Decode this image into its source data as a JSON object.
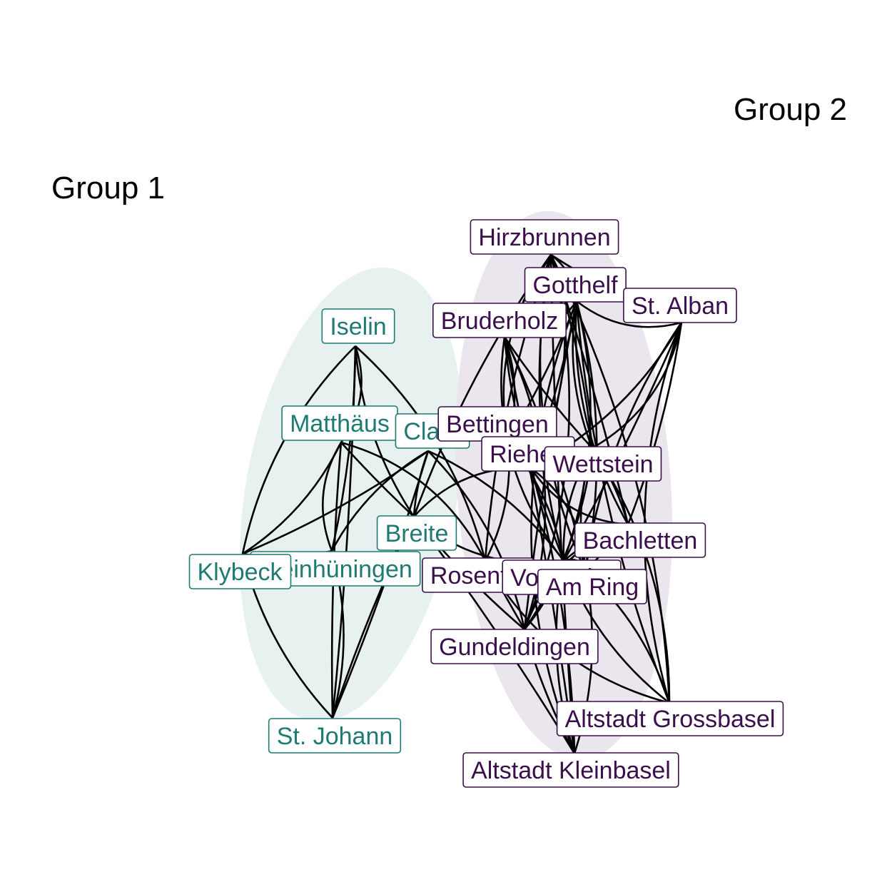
{
  "colors": {
    "group1": "#1f7a72",
    "group2": "#3a0f4b",
    "hull1": "#e7f1ef",
    "hull2": "#ebe5ee",
    "edge": "#000000"
  },
  "groups": [
    {
      "id": 1,
      "label": "Group 1"
    },
    {
      "id": 2,
      "label": "Group 2"
    }
  ],
  "nodes": [
    {
      "id": "iselin",
      "label": "Iselin",
      "group": 1
    },
    {
      "id": "matthaeus",
      "label": "Matthäus",
      "group": 1
    },
    {
      "id": "clara",
      "label": "Clara",
      "group": 1
    },
    {
      "id": "breite",
      "label": "Breite",
      "group": 1
    },
    {
      "id": "kleinhueningen",
      "label": "Kleinhüningen",
      "group": 1
    },
    {
      "id": "klybeck",
      "label": "Klybeck",
      "group": 1
    },
    {
      "id": "st_johann",
      "label": "St. Johann",
      "group": 1
    },
    {
      "id": "hirzbrunnen",
      "label": "Hirzbrunnen",
      "group": 2
    },
    {
      "id": "gotthelf",
      "label": "Gotthelf",
      "group": 2
    },
    {
      "id": "st_alban",
      "label": "St. Alban",
      "group": 2
    },
    {
      "id": "bruderholz",
      "label": "Bruderholz",
      "group": 2
    },
    {
      "id": "bettingen",
      "label": "Bettingen",
      "group": 2
    },
    {
      "id": "riehen",
      "label": "Riehen",
      "group": 2
    },
    {
      "id": "wettstein",
      "label": "Wettstein",
      "group": 2
    },
    {
      "id": "bachletten",
      "label": "Bachletten",
      "group": 2
    },
    {
      "id": "rosental",
      "label": "Rosental",
      "group": 2
    },
    {
      "id": "vorstaedte",
      "label": "Vorstädte",
      "group": 2
    },
    {
      "id": "am_ring",
      "label": "Am Ring",
      "group": 2
    },
    {
      "id": "gundeldingen",
      "label": "Gundeldingen",
      "group": 2
    },
    {
      "id": "altstadt_grossbasel",
      "label": "Altstadt Grossbasel",
      "group": 2
    },
    {
      "id": "altstadt_kleinbasel",
      "label": "Altstadt Kleinbasel",
      "group": 2
    }
  ],
  "edges": [
    [
      "iselin",
      "matthaeus"
    ],
    [
      "iselin",
      "kleinhueningen"
    ],
    [
      "iselin",
      "st_johann"
    ],
    [
      "iselin",
      "breite"
    ],
    [
      "iselin",
      "klybeck"
    ],
    [
      "iselin",
      "rosental"
    ],
    [
      "matthaeus",
      "klybeck"
    ],
    [
      "matthaeus",
      "st_johann"
    ],
    [
      "matthaeus",
      "breite"
    ],
    [
      "matthaeus",
      "kleinhueningen"
    ],
    [
      "matthaeus",
      "rosental"
    ],
    [
      "clara",
      "klybeck"
    ],
    [
      "clara",
      "st_johann"
    ],
    [
      "clara",
      "kleinhueningen"
    ],
    [
      "clara",
      "breite"
    ],
    [
      "clara",
      "gundeldingen"
    ],
    [
      "clara",
      "vorstaedte"
    ],
    [
      "breite",
      "st_johann"
    ],
    [
      "breite",
      "gundeldingen"
    ],
    [
      "breite",
      "vorstaedte"
    ],
    [
      "breite",
      "riehen"
    ],
    [
      "breite",
      "hirzbrunnen"
    ],
    [
      "breite",
      "altstadt_kleinbasel"
    ],
    [
      "klybeck",
      "st_johann"
    ],
    [
      "klybeck",
      "kleinhueningen"
    ],
    [
      "kleinhueningen",
      "st_johann"
    ],
    [
      "hirzbrunnen",
      "gotthelf"
    ],
    [
      "hirzbrunnen",
      "st_alban"
    ],
    [
      "hirzbrunnen",
      "bruderholz"
    ],
    [
      "hirzbrunnen",
      "bettingen"
    ],
    [
      "hirzbrunnen",
      "riehen"
    ],
    [
      "hirzbrunnen",
      "wettstein"
    ],
    [
      "hirzbrunnen",
      "bachletten"
    ],
    [
      "hirzbrunnen",
      "vorstaedte"
    ],
    [
      "hirzbrunnen",
      "am_ring"
    ],
    [
      "hirzbrunnen",
      "gundeldingen"
    ],
    [
      "hirzbrunnen",
      "altstadt_grossbasel"
    ],
    [
      "hirzbrunnen",
      "altstadt_kleinbasel"
    ],
    [
      "hirzbrunnen",
      "rosental"
    ],
    [
      "gotthelf",
      "st_alban"
    ],
    [
      "gotthelf",
      "bruderholz"
    ],
    [
      "gotthelf",
      "bettingen"
    ],
    [
      "gotthelf",
      "riehen"
    ],
    [
      "gotthelf",
      "wettstein"
    ],
    [
      "gotthelf",
      "bachletten"
    ],
    [
      "gotthelf",
      "vorstaedte"
    ],
    [
      "gotthelf",
      "am_ring"
    ],
    [
      "gotthelf",
      "gundeldingen"
    ],
    [
      "gotthelf",
      "altstadt_grossbasel"
    ],
    [
      "gotthelf",
      "altstadt_kleinbasel"
    ],
    [
      "st_alban",
      "wettstein"
    ],
    [
      "st_alban",
      "bachletten"
    ],
    [
      "st_alban",
      "vorstaedte"
    ],
    [
      "st_alban",
      "am_ring"
    ],
    [
      "st_alban",
      "altstadt_grossbasel"
    ],
    [
      "st_alban",
      "riehen"
    ],
    [
      "bruderholz",
      "bettingen"
    ],
    [
      "bruderholz",
      "riehen"
    ],
    [
      "bruderholz",
      "wettstein"
    ],
    [
      "bruderholz",
      "vorstaedte"
    ],
    [
      "bruderholz",
      "gundeldingen"
    ],
    [
      "bruderholz",
      "am_ring"
    ],
    [
      "bruderholz",
      "altstadt_kleinbasel"
    ],
    [
      "bettingen",
      "riehen"
    ],
    [
      "bettingen",
      "wettstein"
    ],
    [
      "bettingen",
      "vorstaedte"
    ],
    [
      "bettingen",
      "rosental"
    ],
    [
      "riehen",
      "wettstein"
    ],
    [
      "riehen",
      "vorstaedte"
    ],
    [
      "riehen",
      "bachletten"
    ],
    [
      "riehen",
      "am_ring"
    ],
    [
      "riehen",
      "altstadt_kleinbasel"
    ],
    [
      "wettstein",
      "bachletten"
    ],
    [
      "wettstein",
      "vorstaedte"
    ],
    [
      "wettstein",
      "am_ring"
    ],
    [
      "wettstein",
      "altstadt_grossbasel"
    ],
    [
      "wettstein",
      "gundeldingen"
    ],
    [
      "bachletten",
      "vorstaedte"
    ],
    [
      "bachletten",
      "am_ring"
    ],
    [
      "bachletten",
      "gundeldingen"
    ],
    [
      "vorstaedte",
      "am_ring"
    ],
    [
      "vorstaedte",
      "rosental"
    ],
    [
      "vorstaedte",
      "gundeldingen"
    ],
    [
      "vorstaedte",
      "altstadt_kleinbasel"
    ],
    [
      "vorstaedte",
      "altstadt_grossbasel"
    ],
    [
      "am_ring",
      "altstadt_grossbasel"
    ],
    [
      "am_ring",
      "altstadt_kleinbasel"
    ],
    [
      "gundeldingen",
      "altstadt_kleinbasel"
    ],
    [
      "rosental",
      "gundeldingen"
    ],
    [
      "rosental",
      "altstadt_grossbasel"
    ]
  ]
}
